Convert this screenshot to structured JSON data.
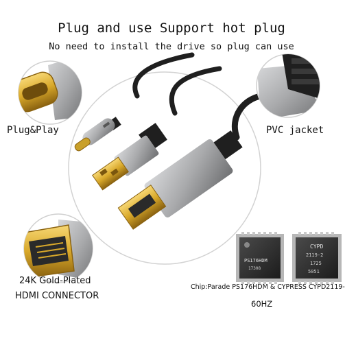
{
  "header": {
    "title": "Plug and use Support hot plug",
    "subtitle": "No need to install the drive so plug can use"
  },
  "callouts": {
    "plug_play": "Plug&Play",
    "pvc_jacket": "PVC jacket",
    "gold_plated_line1": "24K Gold-Plated",
    "gold_plated_line2": "HDMI CONNECTOR",
    "chip_line1": "Chip:Parade PS176HDM & CYPRESS CYPD2119-",
    "chip_line2": "60HZ"
  },
  "chips": {
    "left_text_1": "PS176HDM",
    "left_text_2": "17308",
    "right_text_1": "CYPD",
    "right_text_2": "2119-2",
    "right_text_3": "1725",
    "right_text_4": "5051"
  },
  "colors": {
    "gold": "#d8a82a",
    "gold_dark": "#8a6210",
    "housing_gray": "#a9aaac",
    "cable_black": "#1f1f1f",
    "circle_outline": "#cccccc"
  }
}
